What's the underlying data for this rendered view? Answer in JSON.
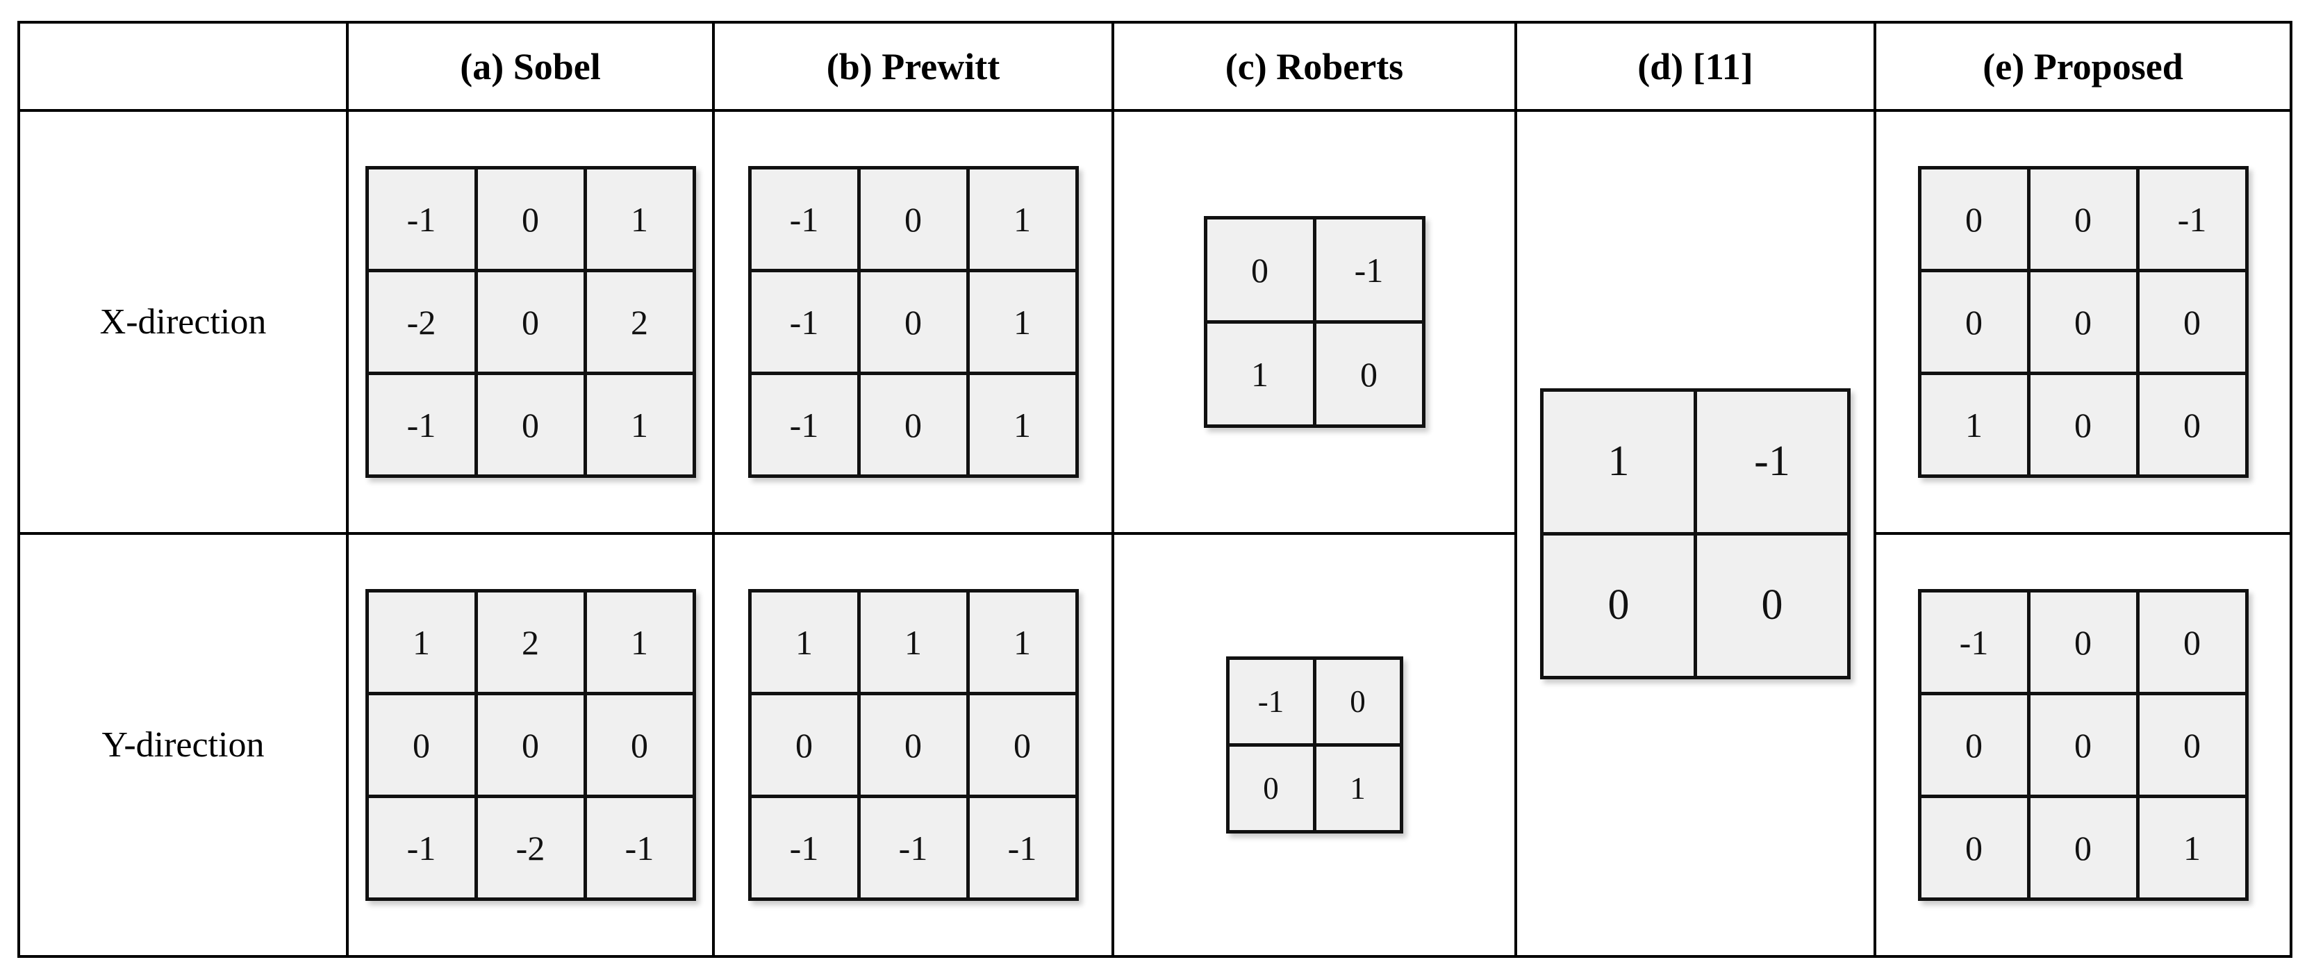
{
  "table": {
    "headers": [
      {
        "label": "",
        "name": "corner-header"
      },
      {
        "label": "(a) Sobel",
        "name": "header-sobel"
      },
      {
        "label": "(b) Prewitt",
        "name": "header-prewitt"
      },
      {
        "label": "(c) Roberts",
        "name": "header-roberts"
      },
      {
        "label": "(d) [11]",
        "name": "header-ref11"
      },
      {
        "label": "(e) Proposed",
        "name": "header-proposed"
      }
    ],
    "row_labels": [
      {
        "label": "X-direction",
        "name": "row-label-x"
      },
      {
        "label": "Y-direction",
        "name": "row-label-y"
      }
    ]
  },
  "kernels": {
    "sobel_x": {
      "rows": 3,
      "cols": 3,
      "values": [
        [
          "-1",
          "0",
          "1"
        ],
        [
          "-2",
          "0",
          "2"
        ],
        [
          "-1",
          "0",
          "1"
        ]
      ]
    },
    "sobel_y": {
      "rows": 3,
      "cols": 3,
      "values": [
        [
          "1",
          "2",
          "1"
        ],
        [
          "0",
          "0",
          "0"
        ],
        [
          "-1",
          "-2",
          "-1"
        ]
      ]
    },
    "prewitt_x": {
      "rows": 3,
      "cols": 3,
      "values": [
        [
          "-1",
          "0",
          "1"
        ],
        [
          "-1",
          "0",
          "1"
        ],
        [
          "-1",
          "0",
          "1"
        ]
      ]
    },
    "prewitt_y": {
      "rows": 3,
      "cols": 3,
      "values": [
        [
          "1",
          "1",
          "1"
        ],
        [
          "0",
          "0",
          "0"
        ],
        [
          "-1",
          "-1",
          "-1"
        ]
      ]
    },
    "roberts_x": {
      "rows": 2,
      "cols": 2,
      "values": [
        [
          "0",
          "-1"
        ],
        [
          "1",
          "0"
        ]
      ]
    },
    "roberts_y": {
      "rows": 2,
      "cols": 2,
      "values": [
        [
          "-1",
          "0"
        ],
        [
          "0",
          "1"
        ]
      ]
    },
    "ref11": {
      "rows": 2,
      "cols": 2,
      "values": [
        [
          "1",
          "-1"
        ],
        [
          "0",
          "0"
        ]
      ]
    },
    "proposed_x": {
      "rows": 3,
      "cols": 3,
      "values": [
        [
          "0",
          "0",
          "-1"
        ],
        [
          "0",
          "0",
          "0"
        ],
        [
          "1",
          "0",
          "0"
        ]
      ]
    },
    "proposed_y": {
      "rows": 3,
      "cols": 3,
      "values": [
        [
          "-1",
          "0",
          "0"
        ],
        [
          "0",
          "0",
          "0"
        ],
        [
          "0",
          "0",
          "1"
        ]
      ]
    }
  },
  "colors": {
    "cell_fill": "#f0f0f0",
    "border": "#000000",
    "page_background": "#ffffff",
    "text": "#111111"
  }
}
